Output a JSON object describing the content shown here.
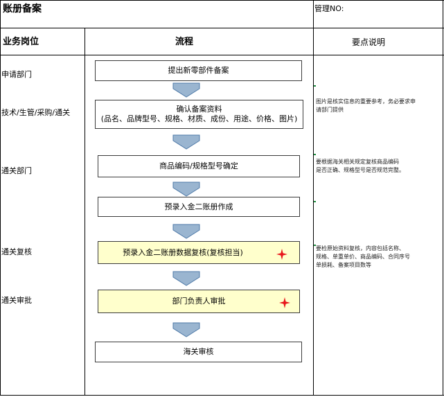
{
  "header": {
    "title": "账册备案",
    "mgmt_no": "管理NO:"
  },
  "columns": {
    "position": "业务岗位",
    "flow": "流程",
    "notes": "要点说明"
  },
  "roles": [
    "申请部门",
    "技术/生管/采购/通关",
    "通关部门",
    "通关复核",
    "通关审批"
  ],
  "flow_steps": [
    {
      "text": "提出新零部件备案",
      "highlight": false
    },
    {
      "text": "确认备案资料\n(品名、品牌型号、规格、材质、成份、用途、价格、图片)",
      "highlight": false
    },
    {
      "text": "商品编码/规格型号确定",
      "highlight": false
    },
    {
      "text": "预录入金二账册作成",
      "highlight": false
    },
    {
      "text": "预录入金二账册数据复核(复核担当)",
      "highlight": true
    },
    {
      "text": "部门负责人审批",
      "highlight": true
    },
    {
      "text": "海关审核",
      "highlight": false
    }
  ],
  "notes": [
    "图片是核实信息的重要参考，务必要求申\n请部门提供",
    "要根据海关相关规定复核商品编码\n是否正确、规格型号是否规范完整。",
    "要检原始资料复核，内容包括名称、\n规格、单重单价、商品编码、合同序号\n单损耗、备案项目数等"
  ],
  "colors": {
    "highlight": "#ffffcc",
    "arrow_fill": "#9ab5d0",
    "arrow_stroke": "#4f7aa8",
    "star": "#e8151b"
  },
  "icons": [
    "down-arrow-icon",
    "red-star-icon"
  ]
}
